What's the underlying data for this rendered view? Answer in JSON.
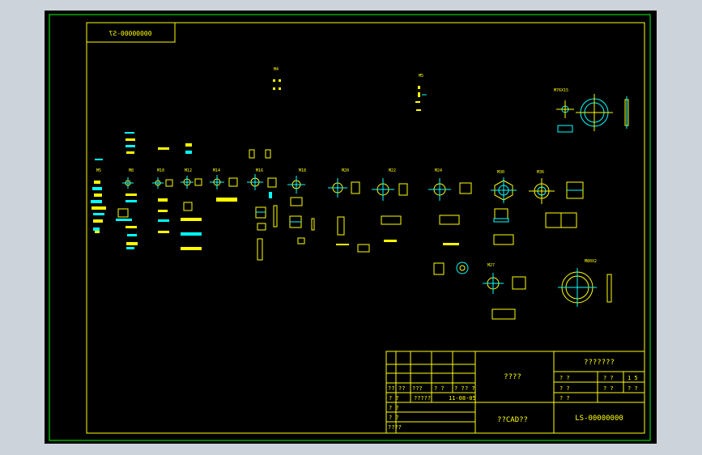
{
  "colors": {
    "background": "#000000",
    "frame": "#ffff00",
    "outer_border": "#00ff00",
    "accent_cyan": "#00ffff",
    "accent_magenta": "#ff00ff",
    "window_bg": "#cdd3da"
  },
  "drawing_code_mirrored": "00000000-S7",
  "labels": {
    "m4": "M4",
    "m5": "M5",
    "m76x15": "M76X15",
    "m5b": "M5",
    "m8": "M8",
    "m10": "M10",
    "m12": "M12",
    "m14": "M14",
    "m16": "M16",
    "m18": "M18",
    "m20": "M20",
    "m22": "M22",
    "m24": "M24",
    "m30": "M30",
    "m36": "M36",
    "m27": "M27",
    "m80x2": "M80X2"
  },
  "title_block": {
    "title": "???????",
    "name": "????",
    "software": "??CAD??",
    "drawing_number": "LS-00000000",
    "date": "11-08-05",
    "row_scale": [
      "? ?",
      "? ?",
      "1 5"
    ],
    "row_sheet": [
      "? ?",
      "? ?",
      "? ?"
    ],
    "row_extra": "? ?",
    "left_rows": {
      "r1": [
        "??",
        "??",
        "???",
        "? ?",
        "? ?",
        "? ?"
      ],
      "r2": [
        "? ?",
        "?????"
      ],
      "r3": "? ?",
      "r4": "? ?",
      "r5": "????"
    }
  }
}
